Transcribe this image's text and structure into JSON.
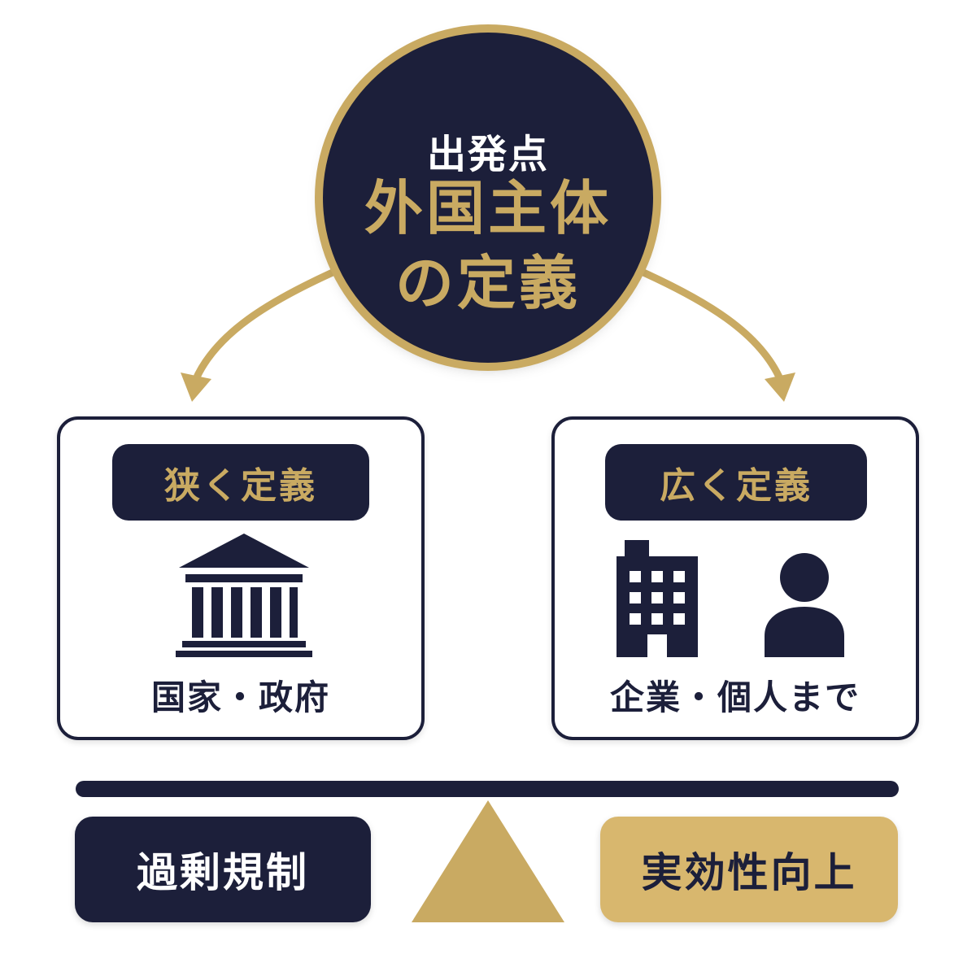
{
  "hub": {
    "subtitle": "出発点",
    "title": "外国主体の定義"
  },
  "left_box": {
    "label": "狭く定義",
    "caption": "国家・政府",
    "icon": "government-building-icon"
  },
  "right_box": {
    "label": "広く定義",
    "caption": "企業・個人まで",
    "icons": [
      "office-building-icon",
      "person-icon"
    ]
  },
  "balance": {
    "left_result": "過剰規制",
    "right_result": "実効性向上"
  },
  "colors": {
    "navy": "#1c1f3a",
    "gold": "#c9aa62",
    "gold_light": "#d8b76e",
    "background": "#ffffff"
  }
}
